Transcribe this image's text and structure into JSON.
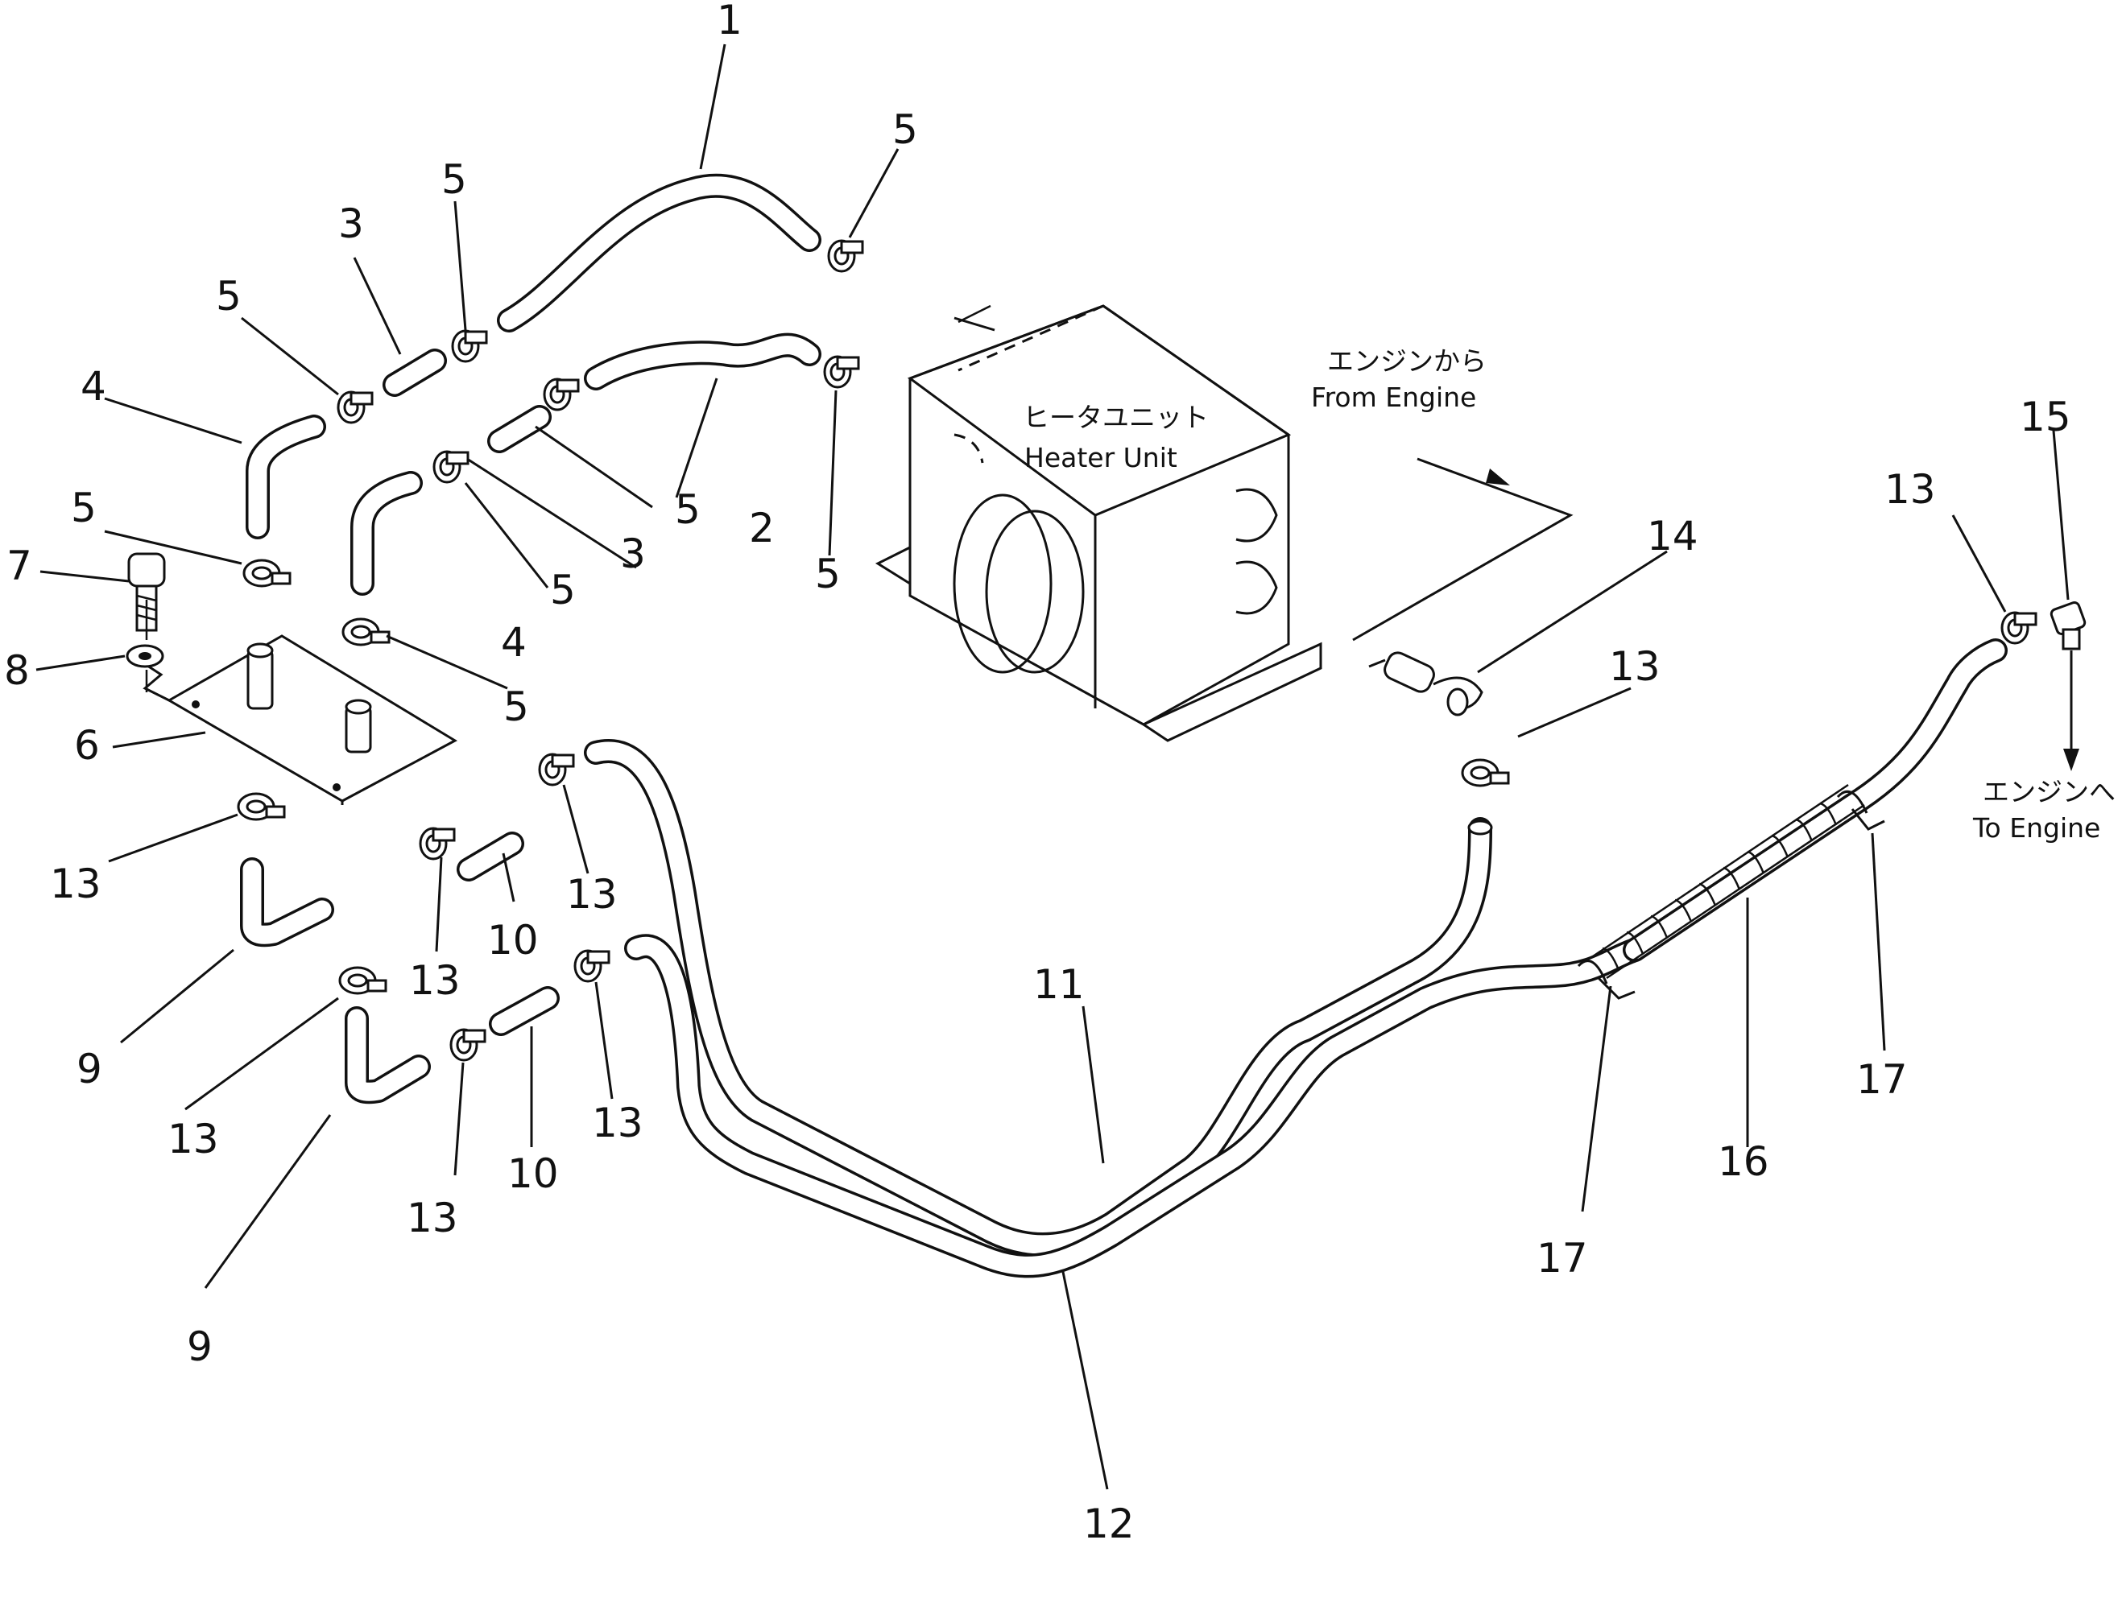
{
  "labels": {
    "heater_unit_jp": "ヒータユニット",
    "heater_unit_en": "Heater Unit",
    "from_engine_jp": "エンジンから",
    "from_engine_en": "From Engine",
    "to_engine_jp": "エンジンへ",
    "to_engine_en": "To Engine"
  },
  "callouts": {
    "c1": "1",
    "c2": "2",
    "c3a": "3",
    "c3b": "3",
    "c4a": "4",
    "c4b": "4",
    "c5a": "5",
    "c5b": "5",
    "c5c": "5",
    "c5d": "5",
    "c5e": "5",
    "c5f": "5",
    "c5g": "5",
    "c5h": "5",
    "c6": "6",
    "c7": "7",
    "c8": "8",
    "c9a": "9",
    "c9b": "9",
    "c10a": "10",
    "c10b": "10",
    "c11": "11",
    "c12": "12",
    "c13a": "13",
    "c13b": "13",
    "c13c": "13",
    "c13d": "13",
    "c13e": "13",
    "c13f": "13",
    "c13g": "13",
    "c13h": "13",
    "c14": "14",
    "c15": "15",
    "c16": "16",
    "c17a": "17",
    "c17b": "17"
  }
}
